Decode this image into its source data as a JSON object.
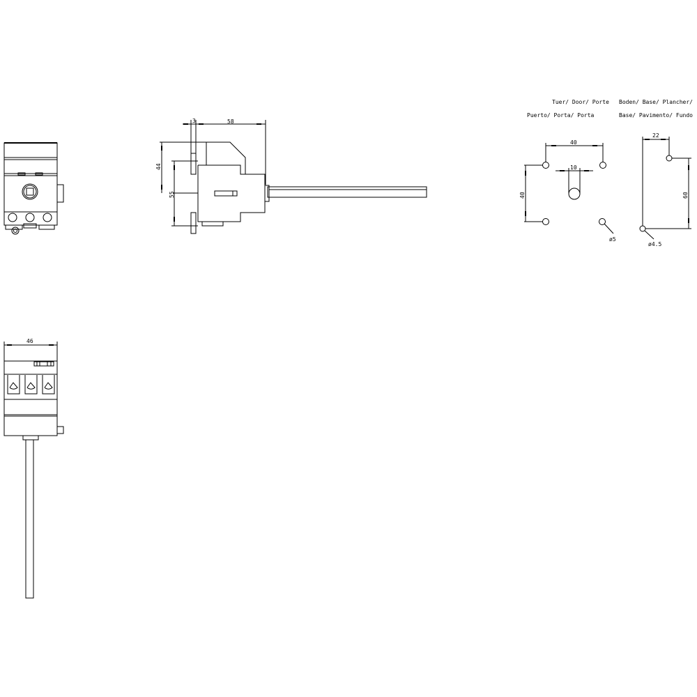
{
  "labels": {
    "door_line1": "Tuer/ Door/ Porte",
    "door_line2": "Puerto/ Porta/ Porta",
    "base_line1": "Boden/ Base/ Plancher/",
    "base_line2": "Base/ Pavimento/ Fundo"
  },
  "dimensions": {
    "side_plate": "3",
    "side_depth": "58",
    "side_height_upper": "44",
    "side_height_lower": "55",
    "door_hole_spacing_h": "40",
    "door_slot_width": "10",
    "door_hole_spacing_v": "40",
    "door_hole_dia": "ø5",
    "base_hole_offset": "22",
    "base_hole_spacing": "60",
    "base_hole_dia": "ø4.5",
    "bottom_width": "46"
  },
  "colors": {
    "line": "#000000",
    "background": "#ffffff"
  }
}
